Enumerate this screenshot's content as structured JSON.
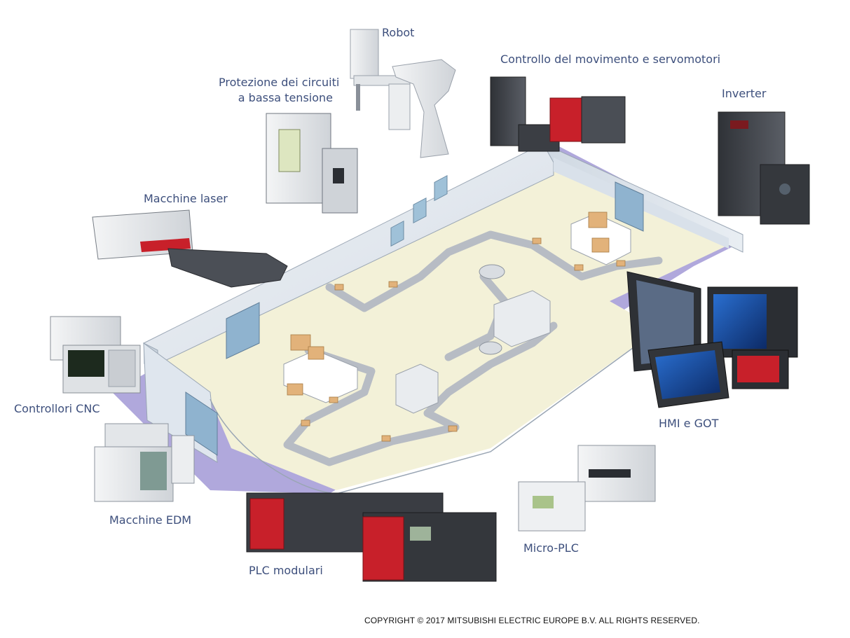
{
  "labels": {
    "robot": "Robot",
    "motion": "Controllo del movimento e servomotori",
    "inverter": "Inverter",
    "protection_line1": "Protezione dei circuiti",
    "protection_line2": "a bassa tensione",
    "laser": "Macchine laser",
    "cnc": "Controllori CNC",
    "edm": "Macchine EDM",
    "plc_modular": "PLC modulari",
    "micro_plc": "Micro-PLC",
    "hmi": "HMI e GOT"
  },
  "copyright": "COPYRIGHT © 2017 MITSUBISHI ELECTRIC EUROPE B.V. ALL RIGHTS RESERVED.",
  "colors": {
    "label_text": "#3d4f7c",
    "floor": "#f3f1d8",
    "wall": "#dfe6ee",
    "wall_edge": "#9aa6b4",
    "floor_shadow": "#a79fd8",
    "conveyor": "#b7bcc4",
    "box": "#e2b27a",
    "mitsubishi_red": "#c8202a",
    "device_dark": "#3e4148",
    "device_light": "#e6e8ea"
  }
}
